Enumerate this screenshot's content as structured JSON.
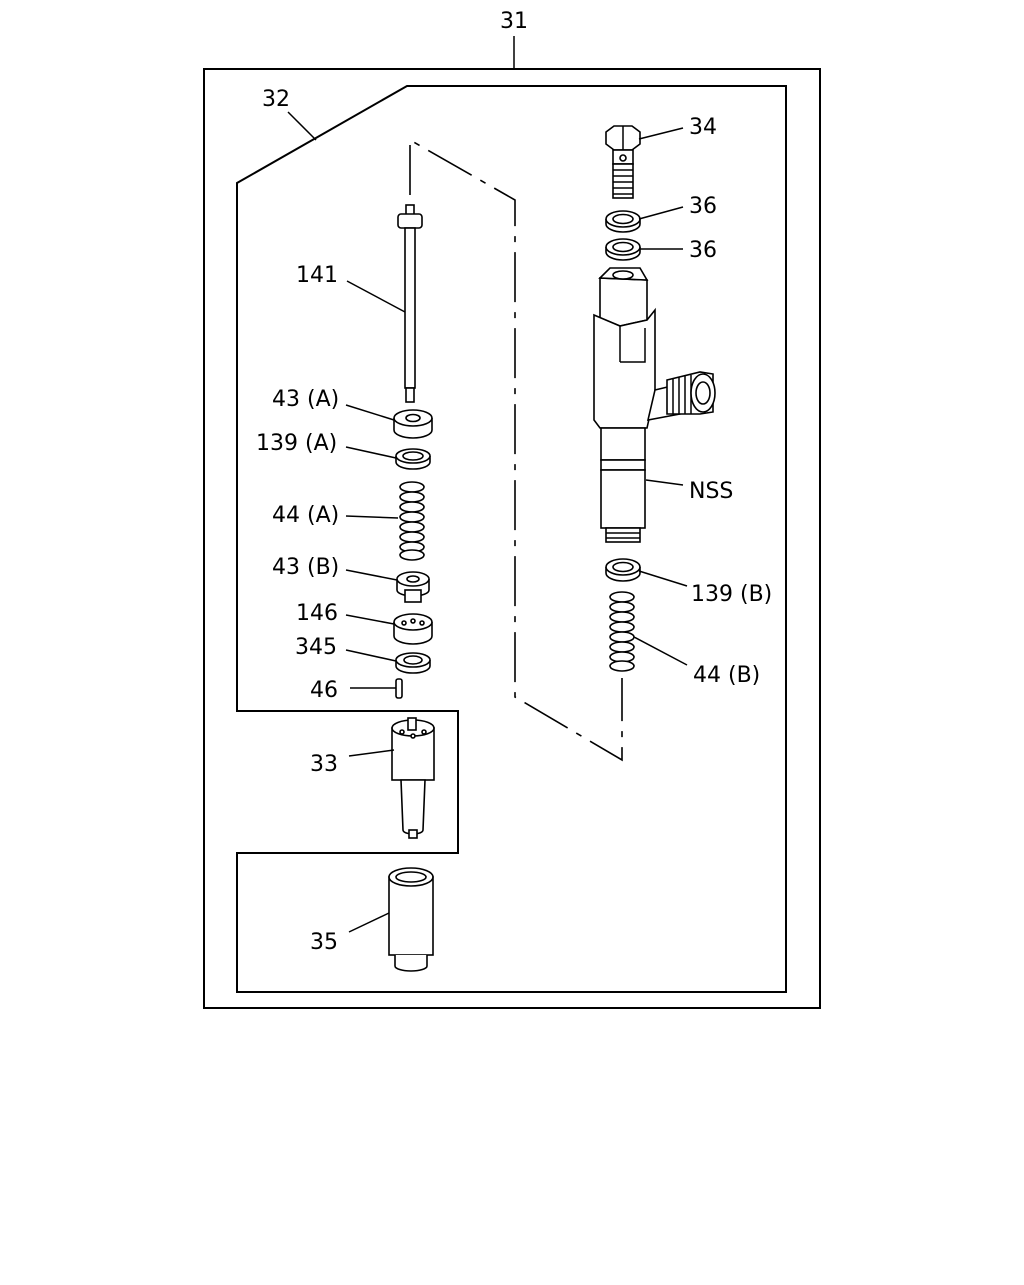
{
  "callouts": {
    "assembly": "31",
    "kit": "32",
    "bolt": "34",
    "washer_upper": "36",
    "washer_lower": "36",
    "push_rod": "141",
    "seat_a": "43 (A)",
    "shim_a": "139 (A)",
    "spring_a": "44 (A)",
    "seat_b": "43 (B)",
    "spacer": "146",
    "retainer": "345",
    "pin": "46",
    "nozzle": "33",
    "nut": "35",
    "nss": "NSS",
    "shim_b": "139 (B)",
    "spring_b": "44 (B)"
  }
}
